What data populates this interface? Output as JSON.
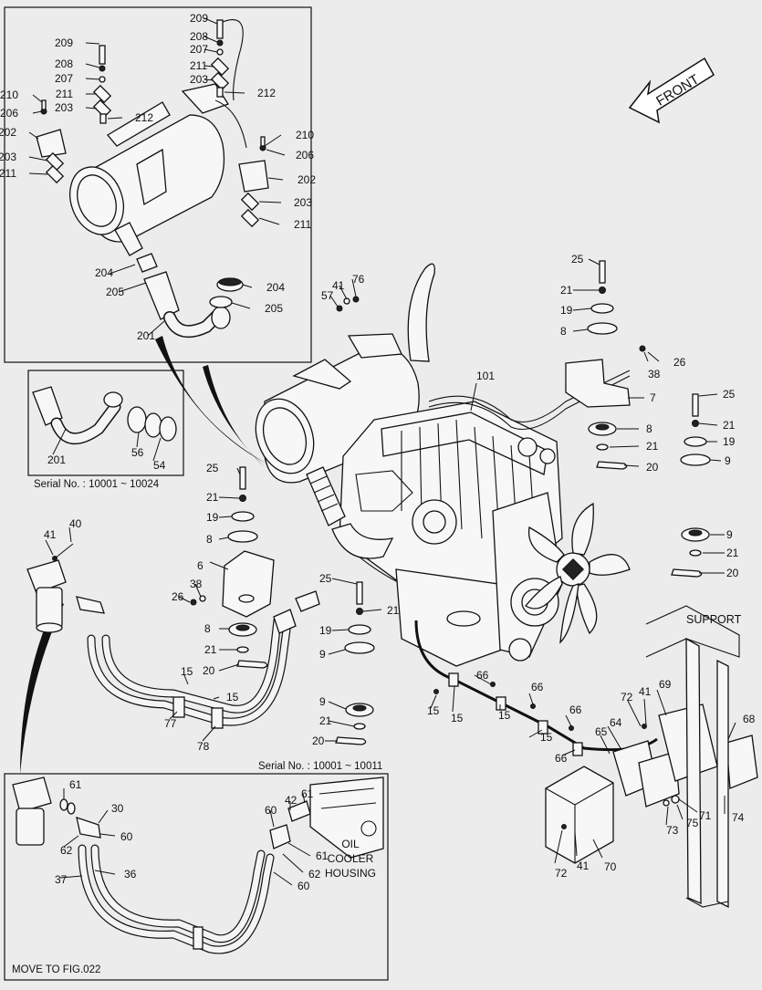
{
  "direction": {
    "front_label": "FRONT"
  },
  "captions": {
    "serial_a": "Serial No. : 10001 ~ 10024",
    "serial_b": "Serial No. : 10001 ~ 10011",
    "support": "SUPPORT",
    "oil_cooler_1": "OIL",
    "oil_cooler_2": "COOLER",
    "oil_cooler_3": "HOUSING",
    "move_to": "MOVE TO FIG.022"
  },
  "callouts": [
    "209",
    "208",
    "207",
    "211",
    "203",
    "212",
    "209",
    "208",
    "207",
    "211",
    "203",
    "212",
    "210",
    "206",
    "202",
    "203",
    "211",
    "210",
    "206",
    "202",
    "203",
    "211",
    "204",
    "205",
    "204",
    "205",
    "201",
    "201",
    "56",
    "54",
    "25",
    "21",
    "19",
    "8",
    "6",
    "26",
    "38",
    "8",
    "21",
    "20",
    "25",
    "21",
    "19",
    "8",
    "26",
    "38",
    "7",
    "8",
    "21",
    "20",
    "25",
    "21",
    "19",
    "9",
    "9",
    "21",
    "20",
    "25",
    "21",
    "19",
    "9",
    "9",
    "21",
    "20",
    "57",
    "41",
    "76",
    "101",
    "41",
    "40",
    "15",
    "15",
    "77",
    "78",
    "15",
    "66",
    "15",
    "66",
    "15",
    "66",
    "15",
    "66",
    "65",
    "64",
    "72",
    "41",
    "69",
    "68",
    "73",
    "75",
    "71",
    "74",
    "72",
    "41",
    "70",
    "61",
    "30",
    "60",
    "62",
    "37",
    "36",
    "60",
    "42",
    "61",
    "61",
    "62",
    "60"
  ]
}
